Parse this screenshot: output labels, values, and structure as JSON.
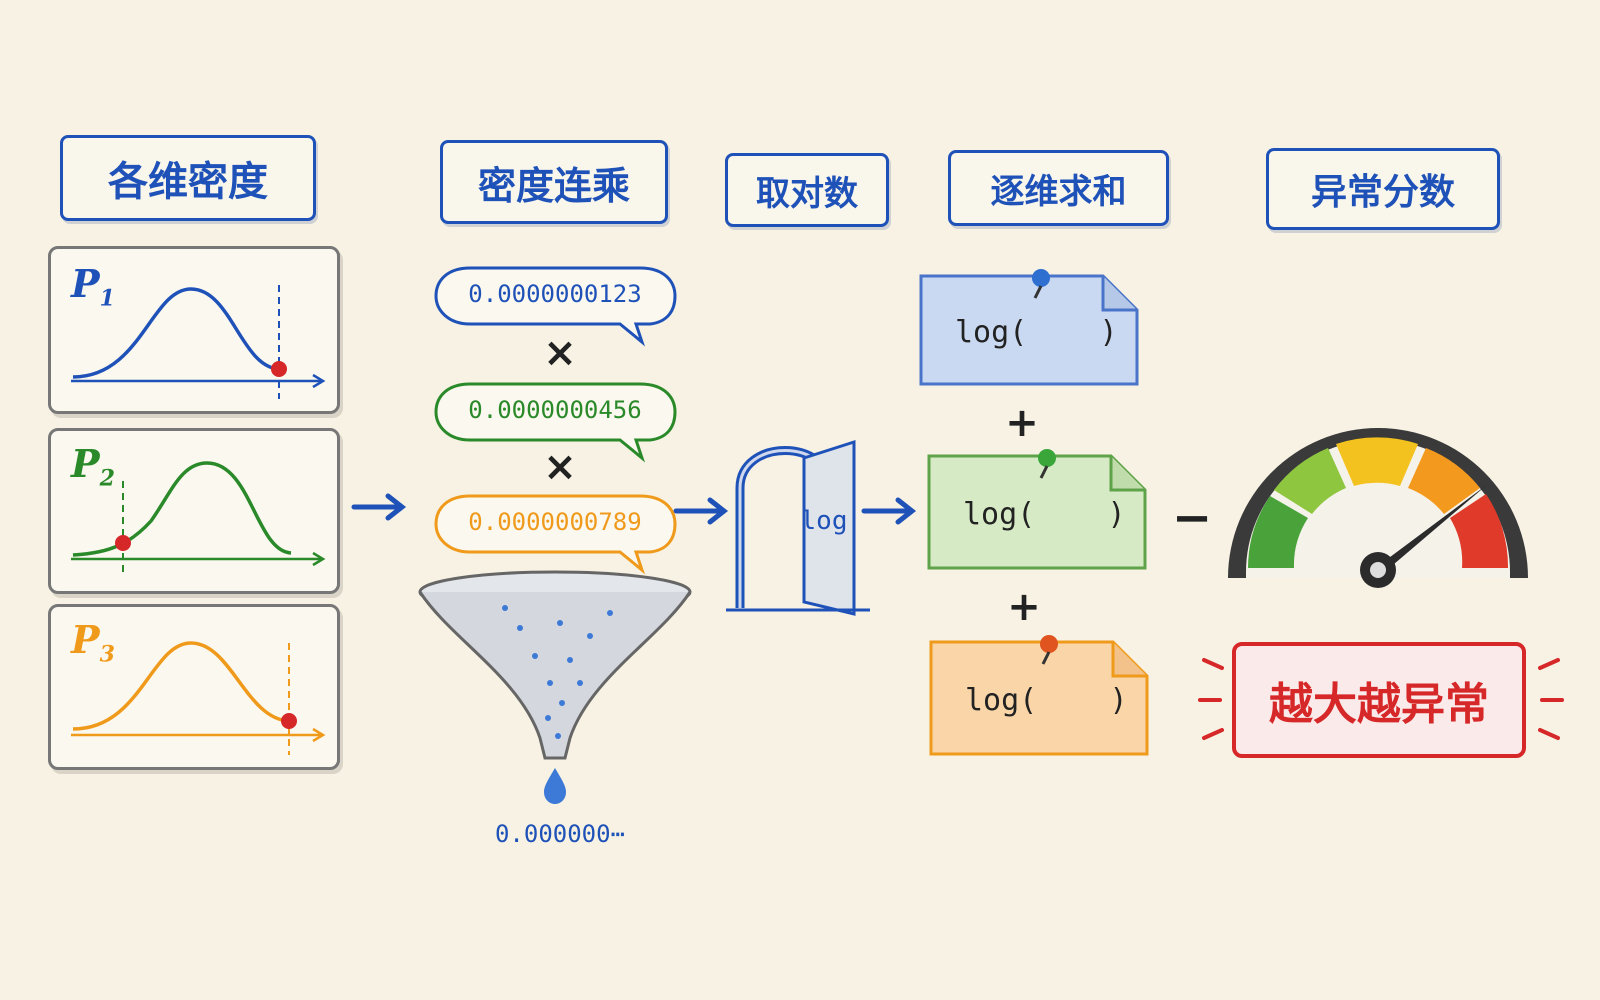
{
  "headers": {
    "densities": "各维密度",
    "product": "密度连乘",
    "log": "取对数",
    "sum": "逐维求和",
    "score": "异常分数"
  },
  "curves": [
    {
      "label": "P",
      "sub": "1",
      "color": "#1f52b8"
    },
    {
      "label": "P",
      "sub": "2",
      "color": "#2a8a2a"
    },
    {
      "label": "P",
      "sub": "3",
      "color": "#f09a1c"
    }
  ],
  "bubbles": [
    {
      "value": "0.0000000123",
      "color": "#1f52b8"
    },
    {
      "value": "0.0000000456",
      "color": "#2a8a2a"
    },
    {
      "value": "0.0000000789",
      "color": "#f09a1c"
    }
  ],
  "multiply_symbol": "×",
  "funnel_output": "0.000000⋯",
  "door_label": "log",
  "notes": [
    {
      "text": "log(    )",
      "color": "#c9d9f2",
      "border": "#4a74c9",
      "pin": "#2f6fd0"
    },
    {
      "text": "log(    )",
      "color": "#d6ebc5",
      "border": "#5ea24a",
      "pin": "#3aa63a"
    },
    {
      "text": "log(    )",
      "color": "#f9d5a8",
      "border": "#f09a1c",
      "pin": "#e0541f"
    }
  ],
  "plus_symbol": "+",
  "minus_symbol": "−",
  "result": "越大越异常",
  "colors": {
    "blue": "#1f52b8",
    "red": "#d62828",
    "background": "#f7f2e3"
  }
}
